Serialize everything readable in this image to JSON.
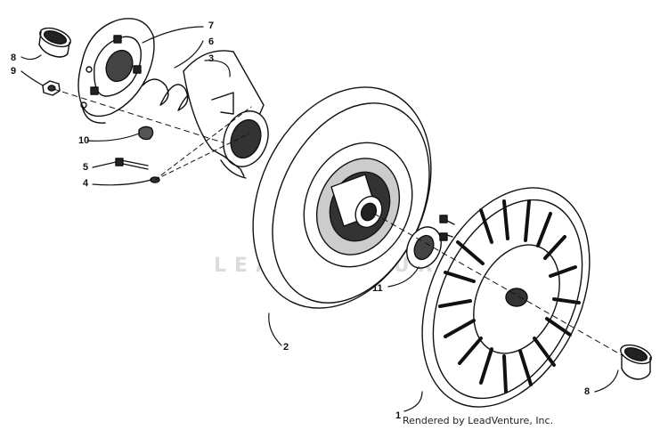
{
  "callouts": {
    "c1": "1",
    "c2": "2",
    "c3": "3",
    "c4": "4",
    "c5": "5",
    "c6": "6",
    "c7": "7",
    "c8a": "8",
    "c8b": "8",
    "c9": "9",
    "c10": "10",
    "c11": "11"
  },
  "watermark": "LEADVENTURE",
  "credit": "Rendered by LeadVenture, Inc."
}
